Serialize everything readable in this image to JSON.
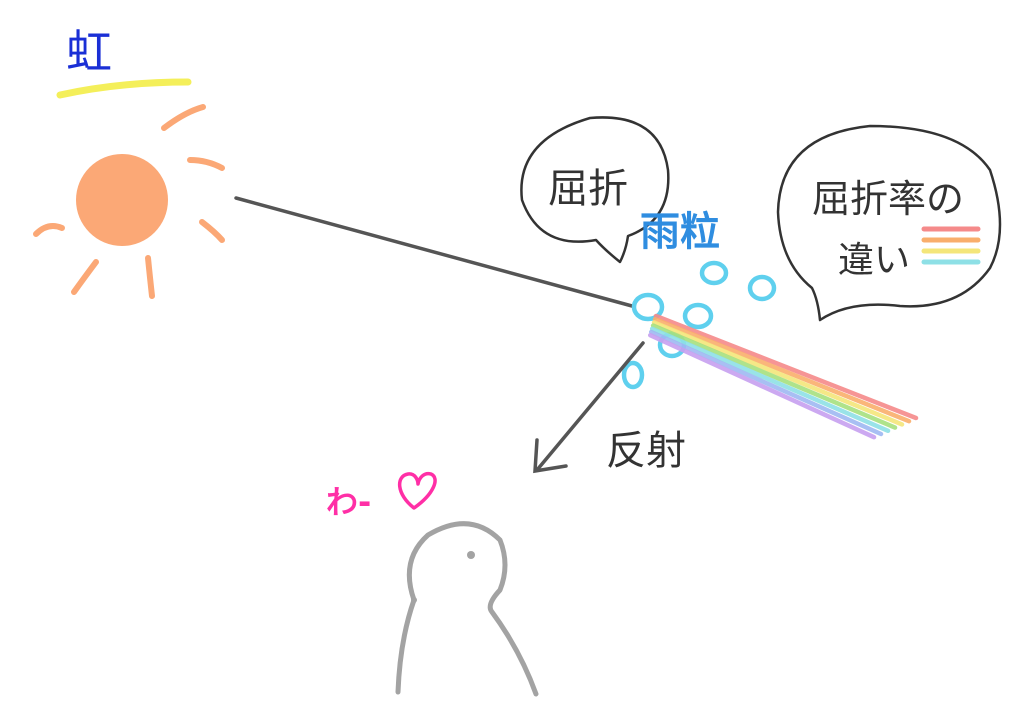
{
  "title": "虹",
  "labels": {
    "refraction_bubble": "屈折",
    "raindrop": "雨粒",
    "index_bubble_line1": "屈折率の",
    "index_bubble_line2": "違い",
    "reflection": "反射",
    "wow": "わ-"
  },
  "icons": {
    "sun": "sun-icon",
    "heart": "heart-icon",
    "person": "person-icon",
    "rainbow_swatch": "rainbow-swatch-icon"
  },
  "colors": {
    "title_text": "#1a2fd6",
    "title_underline": "#f4ef5a",
    "sun": "#fba876",
    "ray": "#555555",
    "raindrop": "#5fd0ee",
    "raindrop_text": "#2f8de0",
    "wow_text": "#ff2fa6",
    "person": "#a3a3a3",
    "outline": "#333333",
    "spectrum": [
      "#f58a8a",
      "#f9ae6c",
      "#f4e67a",
      "#a6e07e",
      "#8ee0e6",
      "#9fb8f2",
      "#c6a0f0"
    ]
  }
}
